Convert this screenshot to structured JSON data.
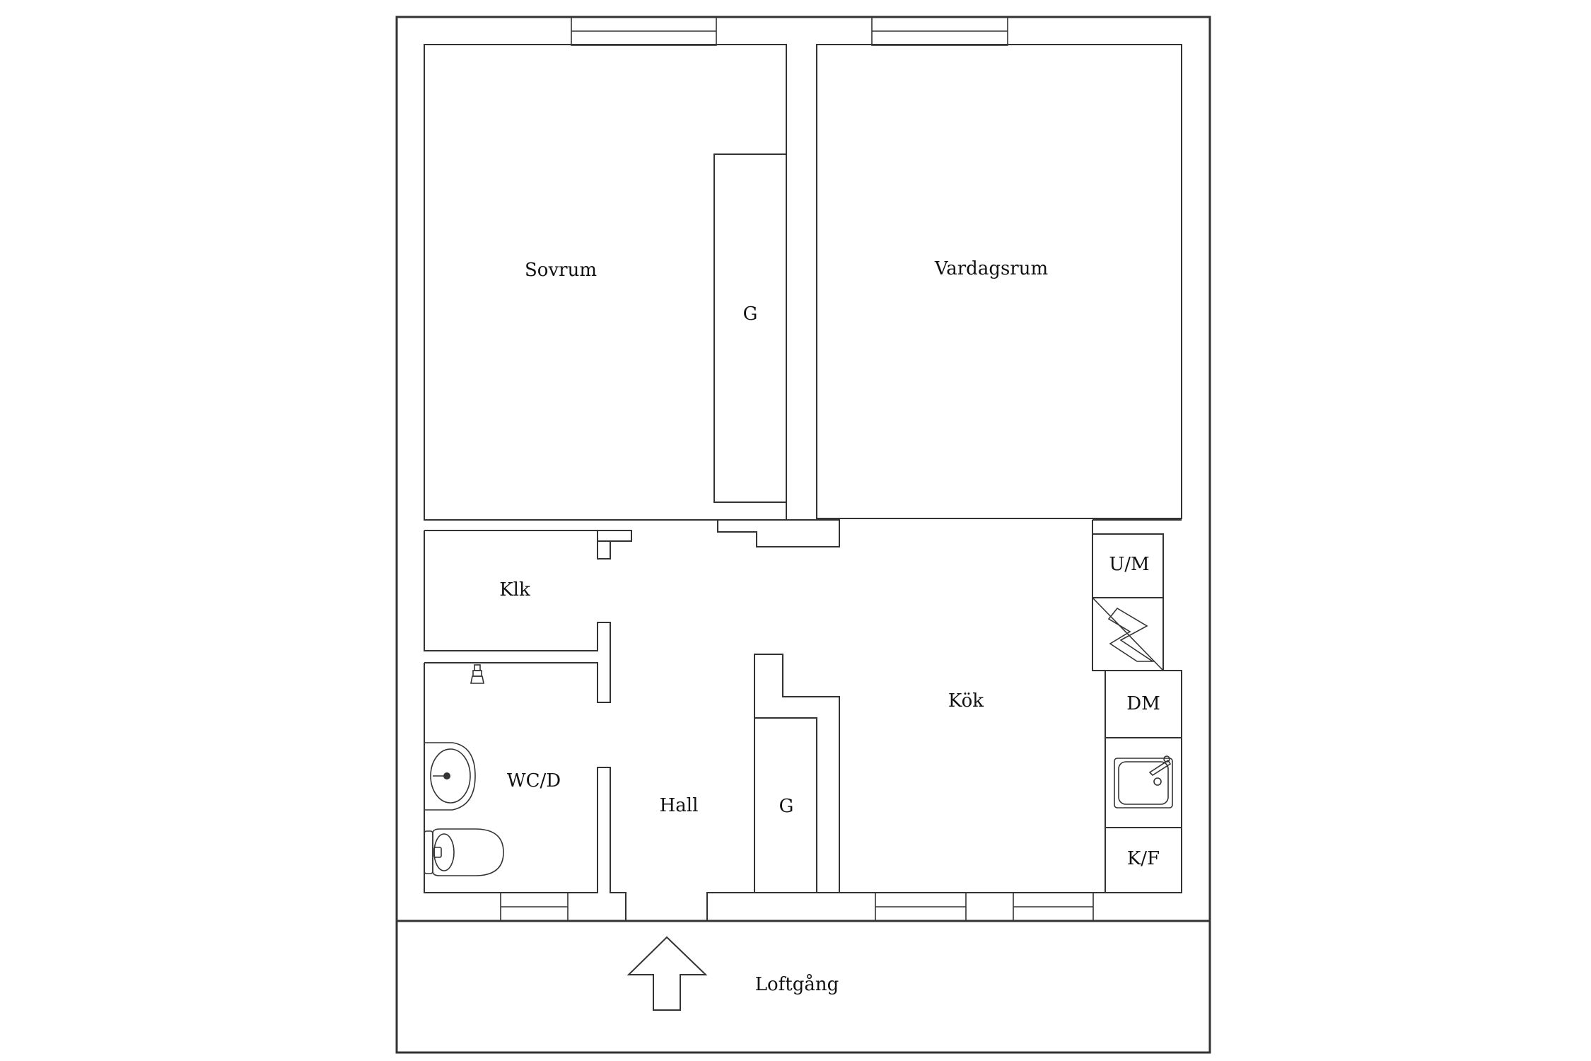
{
  "rooms": {
    "sovrum": "Sovrum",
    "vardagsrum": "Vardagsrum",
    "klk": "Klk",
    "wcd": "WC/D",
    "hall": "Hall",
    "kok": "Kök",
    "garderob_top": "G",
    "garderob_bottom": "G",
    "loftgang": "Loftgång"
  },
  "appliances": {
    "um": "U/M",
    "dm": "DM",
    "kf": "K/F"
  },
  "icons": {
    "entrance": "up-arrow-icon",
    "stove": "stove-icon",
    "sink": "sink-icon",
    "washbasin": "washbasin-icon",
    "toilet": "toilet-icon",
    "shower": "shower-icon"
  },
  "colors": {
    "line": "#333333",
    "background": "#ffffff"
  }
}
